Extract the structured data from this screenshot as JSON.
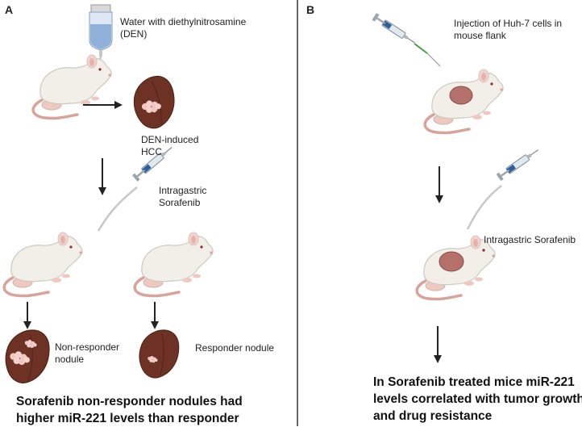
{
  "panel_a": {
    "label": "A",
    "water_text": [
      "Water with diethylnitrosamine",
      "(DEN)"
    ],
    "den_hcc_text": [
      "DEN-induced",
      "HCC"
    ],
    "intragastric_text": [
      "Intragastric",
      "Sorafenib"
    ],
    "non_responder_text": [
      "Non-responder",
      "nodule"
    ],
    "responder_text": "Responder nodule",
    "conclusion": [
      "Sorafenib non-responder nodules had",
      "higher miR-221 levels than responder"
    ]
  },
  "panel_b": {
    "label": "B",
    "injection_text": [
      "Injection of Huh-7 cells in",
      "mouse flank"
    ],
    "intragastric_text": "Intragastric Sorafenib",
    "conclusion": [
      "In Sorafenib treated mice miR-221",
      "levels correlated with tumor growth",
      "and drug resistance"
    ]
  },
  "colors": {
    "liver": "#6e3224",
    "liver_dark": "#5a271c",
    "nodule": "#f2c7c3",
    "tumor": "#b5706a",
    "mouse_body": "#f2efe9",
    "tail": "#d9a39a",
    "divider": "#333333"
  }
}
